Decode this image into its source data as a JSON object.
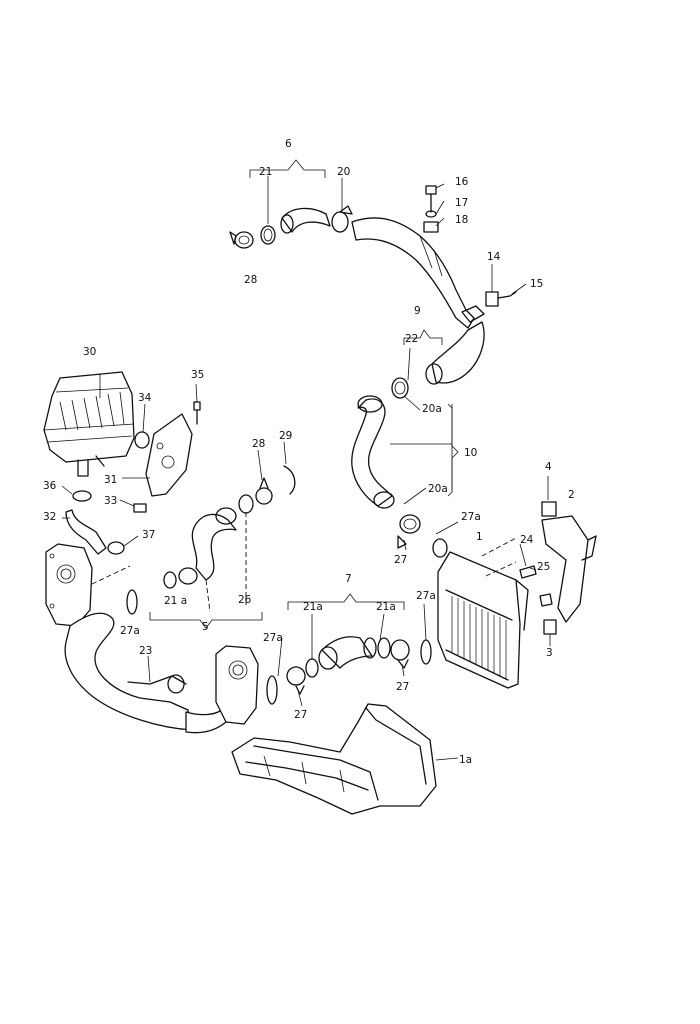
{
  "callouts": {
    "c1": "1",
    "c1a": "1a",
    "c2": "2",
    "c3": "3",
    "c4": "4",
    "c5": "5",
    "c6": "6",
    "c7": "7",
    "c9": "9",
    "c10": "10",
    "c14": "14",
    "c15": "15",
    "c16": "16",
    "c17": "17",
    "c18": "18",
    "c20_top": "20",
    "c20a_upper": "20a",
    "c20a_lower": "20a",
    "c21_top": "21",
    "c21a_left": "21 a",
    "c21a_mid1": "21a",
    "c21a_mid2": "21a",
    "c22": "22",
    "c23": "23",
    "c24": "24",
    "c25": "25",
    "c26": "26",
    "c27_mid": "27",
    "c27_right": "27",
    "c27_bottom": "27",
    "c27a_left": "27a",
    "c27a_mid": "27a",
    "c27a_right": "27a",
    "c27a_upper": "27a",
    "c28_top": "28",
    "c28_mid": "28",
    "c29": "29",
    "c30": "30",
    "c31": "31",
    "c32": "32",
    "c33": "33",
    "c34": "34",
    "c35": "35",
    "c36": "36",
    "c37": "37"
  }
}
